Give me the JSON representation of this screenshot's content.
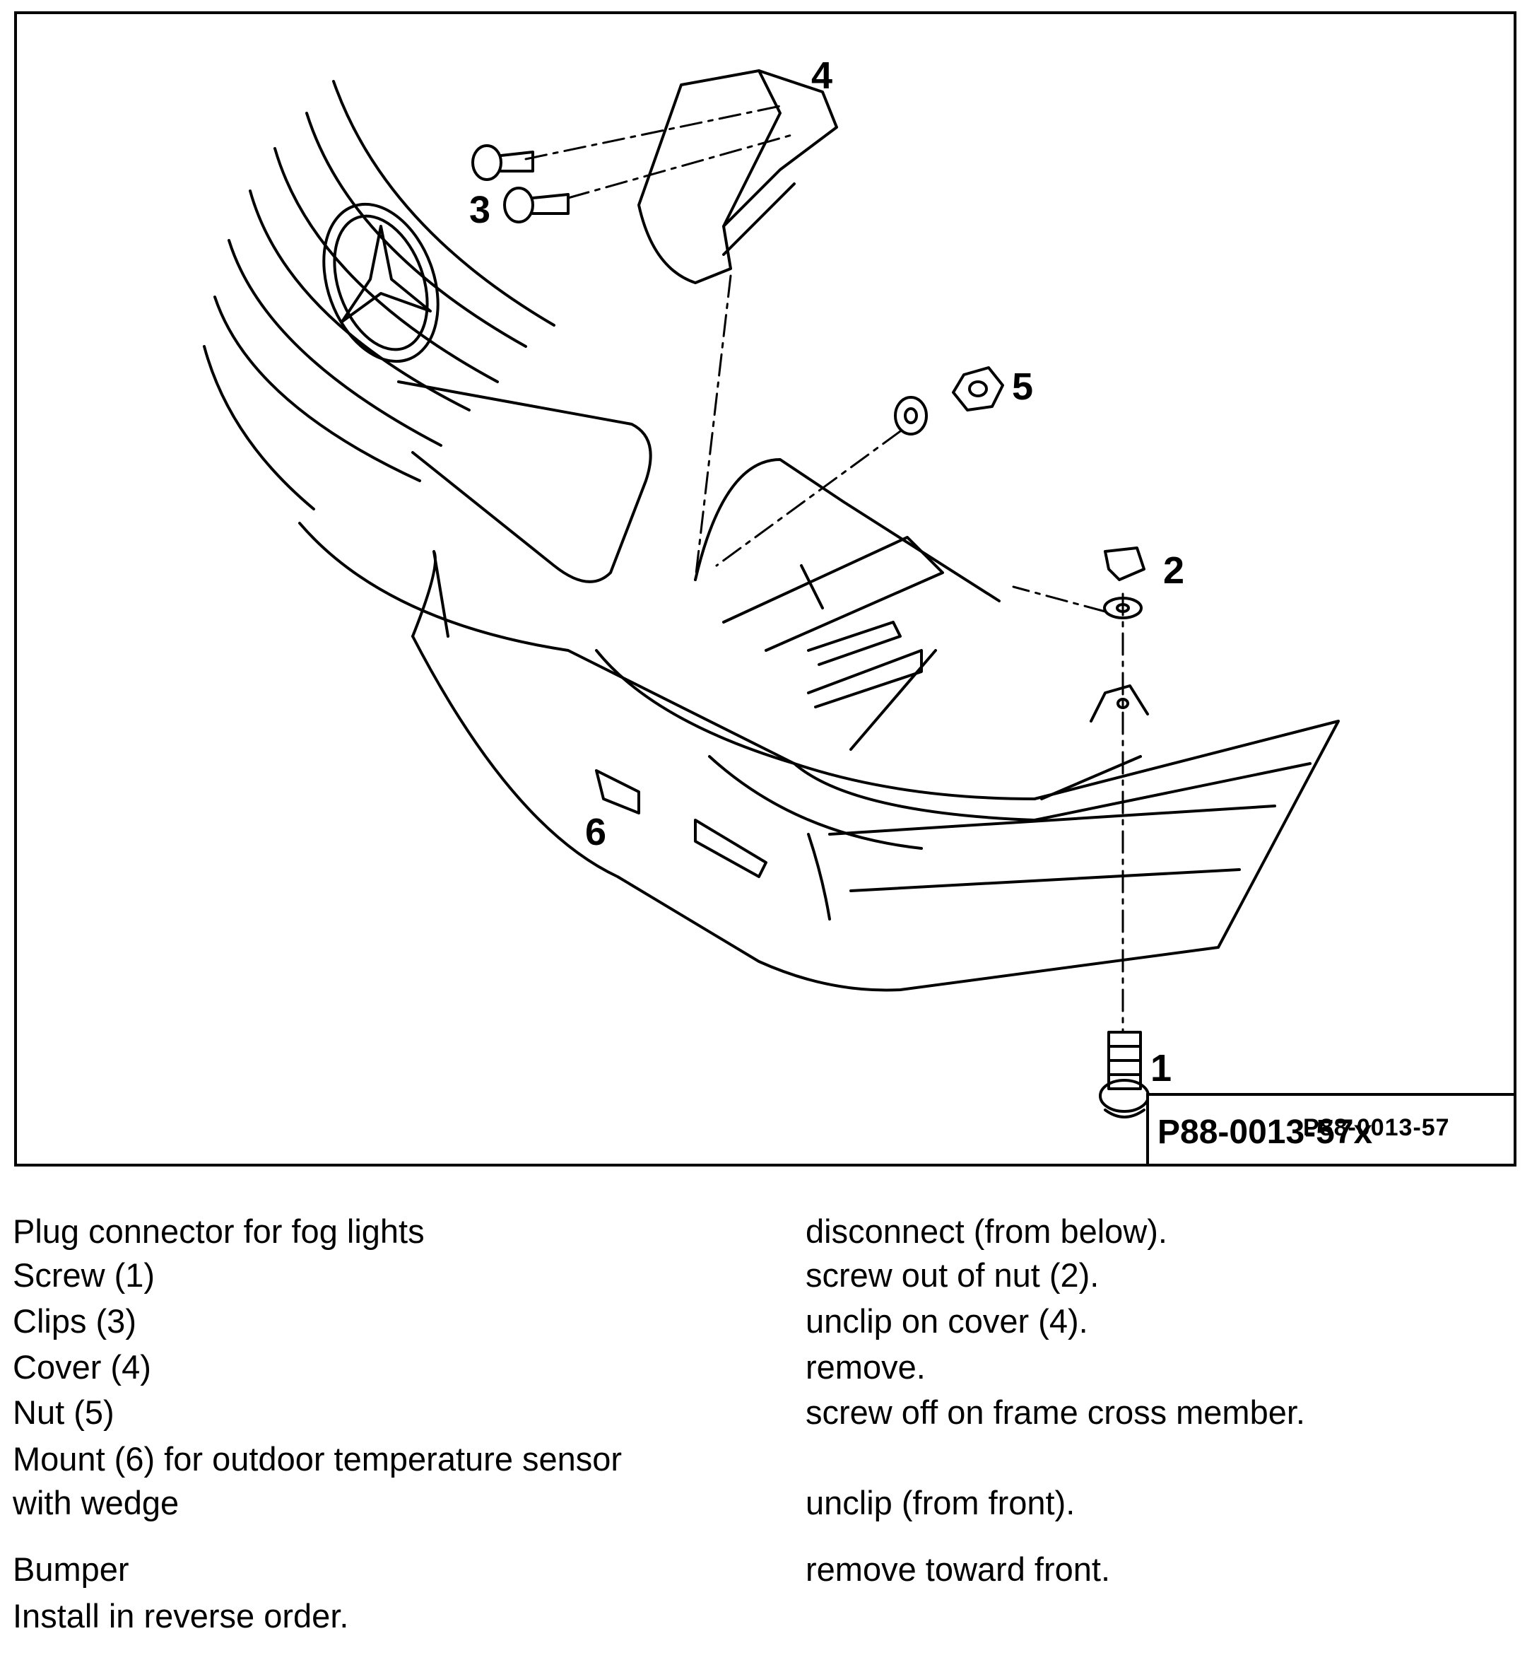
{
  "figure": {
    "callouts": [
      "4",
      "3",
      "5",
      "2",
      "6",
      "1"
    ],
    "reference": {
      "main": "P88-0013-57x",
      "overlay": "P88-0013-57"
    }
  },
  "steps": [
    {
      "item": "Plug connector for fog lights",
      "action": "disconnect (from below)."
    },
    {
      "item": "Screw (1)",
      "action": "screw out of nut (2)."
    },
    {
      "item": "Clips (3)",
      "action": "unclip on cover (4)."
    },
    {
      "item": "Cover (4)",
      "action": "remove."
    },
    {
      "item": "Nut (5)",
      "action": "screw off on frame cross member."
    },
    {
      "item": "Mount (6) for outdoor temperature sensor",
      "action": ""
    },
    {
      "item": "with wedge",
      "action": "unclip (from front)."
    },
    {
      "item": "Bumper",
      "action": "remove toward front."
    },
    {
      "item": "Install in reverse order.",
      "action": ""
    }
  ]
}
